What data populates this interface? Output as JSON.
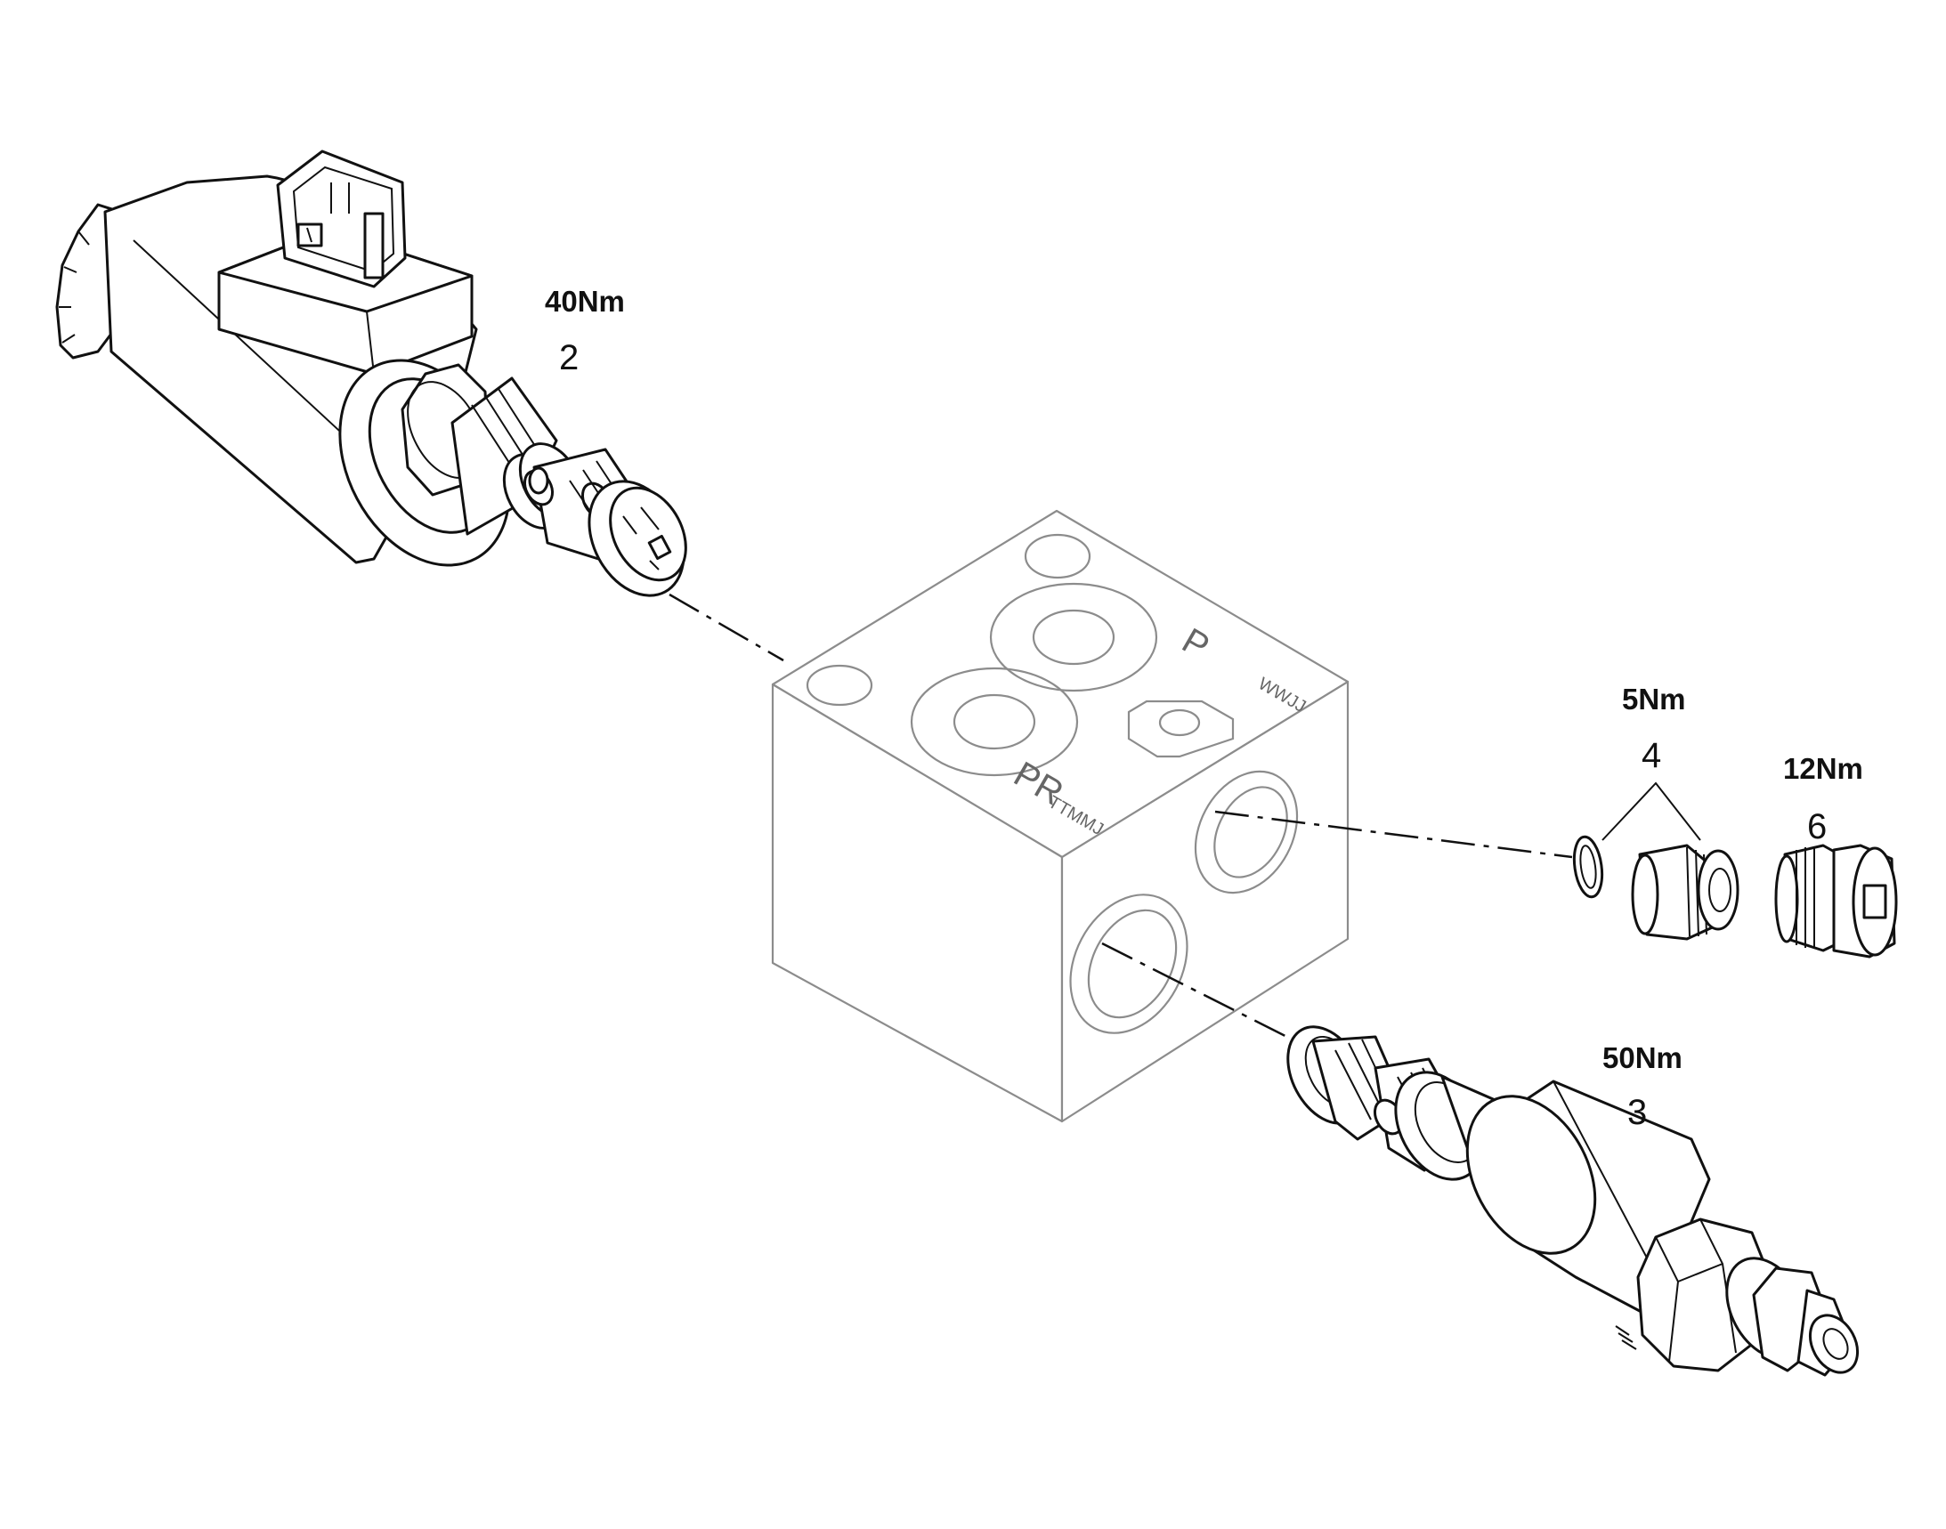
{
  "callouts": [
    {
      "id": "2",
      "torque": "40Nm",
      "item": "2"
    },
    {
      "id": "3",
      "torque": "50Nm",
      "item": "3"
    },
    {
      "id": "4",
      "torque": "5Nm",
      "item": "4"
    },
    {
      "id": "6",
      "torque": "12Nm",
      "item": "6"
    }
  ],
  "block_markings": {
    "port_pr": "PR",
    "port_p": "P",
    "stamp_1": "TTMMJ",
    "stamp_2": "WWJJ"
  }
}
